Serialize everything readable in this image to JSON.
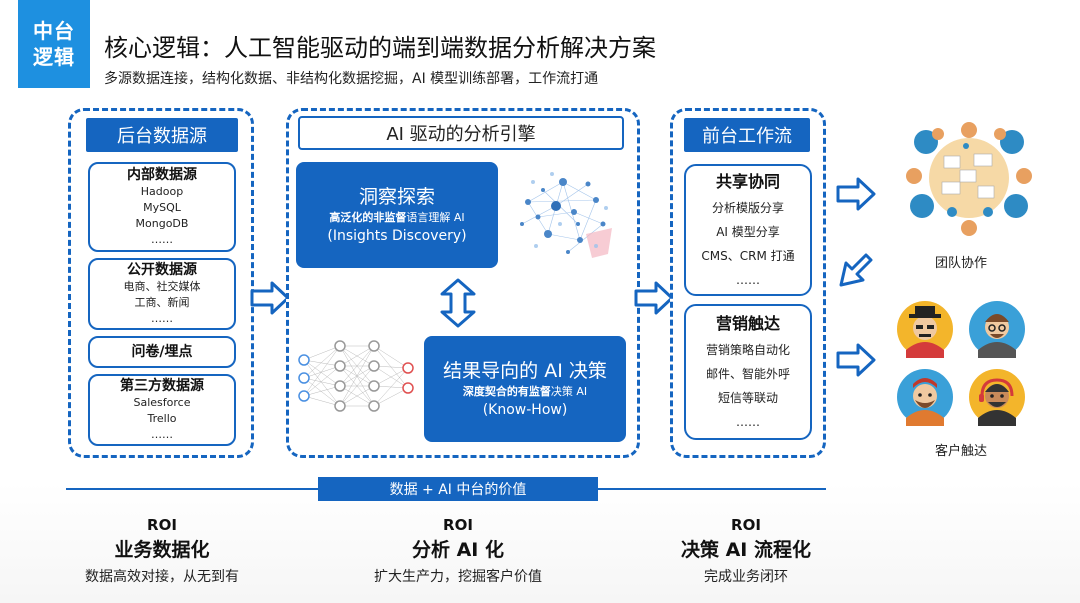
{
  "header": {
    "badge_line1": "中台",
    "badge_line2": "逻辑",
    "title": "核心逻辑：人工智能驱动的端到端数据分析解决方案",
    "subtitle": "多源数据连接，结构化数据、非结构化数据挖掘，AI 模型训练部署，工作流打通"
  },
  "backend": {
    "title": "后台数据源",
    "internal": {
      "title": "内部数据源",
      "items": [
        "Hadoop",
        "MySQL",
        "MongoDB",
        "……"
      ]
    },
    "public": {
      "title": "公开数据源",
      "items": [
        "电商、社交媒体",
        "工商、新闻",
        "……"
      ]
    },
    "survey": {
      "title": "问卷/埋点"
    },
    "third": {
      "title": "第三方数据源",
      "items": [
        "Salesforce",
        "Trello",
        "……"
      ]
    }
  },
  "engine": {
    "title": "AI 驱动的分析引擎",
    "insight": {
      "title": "洞察探索",
      "sub_bold": "高泛化的非监督",
      "sub_rest": "语言理解 AI",
      "en": "(Insights Discovery)"
    },
    "decision": {
      "title": "结果导向的 AI 决策",
      "sub_bold": "深度契合的有监督",
      "sub_rest": "决策 AI",
      "en": "(Know-How)"
    }
  },
  "frontend": {
    "title": "前台工作流",
    "share": {
      "title": "共享协同",
      "items": [
        "分析模版分享",
        "AI 模型分享",
        "CMS、CRM 打通",
        "……"
      ]
    },
    "marketing": {
      "title": "营销触达",
      "items": [
        "营销策略自动化",
        "邮件、智能外呼",
        "短信等联动",
        "……"
      ]
    }
  },
  "right": {
    "team_label": "团队协作",
    "customer_label": "客户触达"
  },
  "bottom": {
    "value_title": "数据 + AI 中台的价值",
    "columns": [
      {
        "roi": "ROI",
        "title": "业务数据化",
        "desc": "数据高效对接，从无到有"
      },
      {
        "roi": "ROI",
        "title": "分析 AI 化",
        "desc": "扩大生产力，挖掘客户价值"
      },
      {
        "roi": "ROI",
        "title": "决策 AI 流程化",
        "desc": "完成业务闭环"
      }
    ]
  },
  "colors": {
    "primary": "#1565c0",
    "badge": "#1e90e0"
  }
}
